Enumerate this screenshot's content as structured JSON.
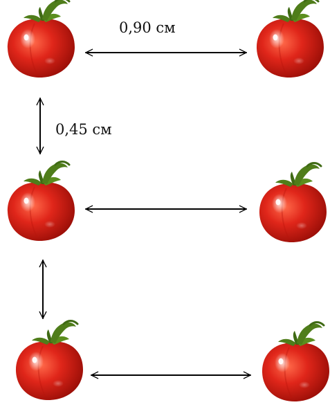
{
  "labels": {
    "horizontal_spacing": "0,90 см",
    "vertical_spacing": "0,45 см"
  },
  "grid": {
    "rows": 3,
    "columns": 2,
    "item": "tomato-icon"
  },
  "colors": {
    "tomato_red": "#e0261a",
    "tomato_dark": "#a5100a",
    "stem_green": "#4f7d1a",
    "arrow": "#000000"
  }
}
